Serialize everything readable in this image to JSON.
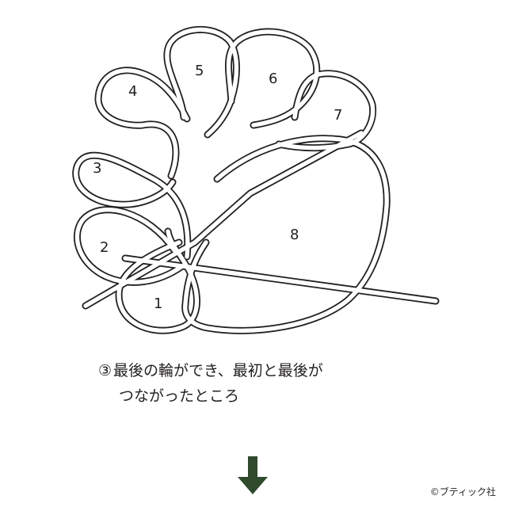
{
  "diagram": {
    "loop_numbers": [
      "1",
      "2",
      "3",
      "4",
      "5",
      "6",
      "7",
      "8"
    ]
  },
  "caption": {
    "step_marker": "③",
    "line1": "最後の輪ができ、最初と最後が",
    "line2": "つながったところ"
  },
  "next_arrow_icon": "down-arrow-icon",
  "arrow_color": "#2f4a2d",
  "credit": "©ブティック社"
}
